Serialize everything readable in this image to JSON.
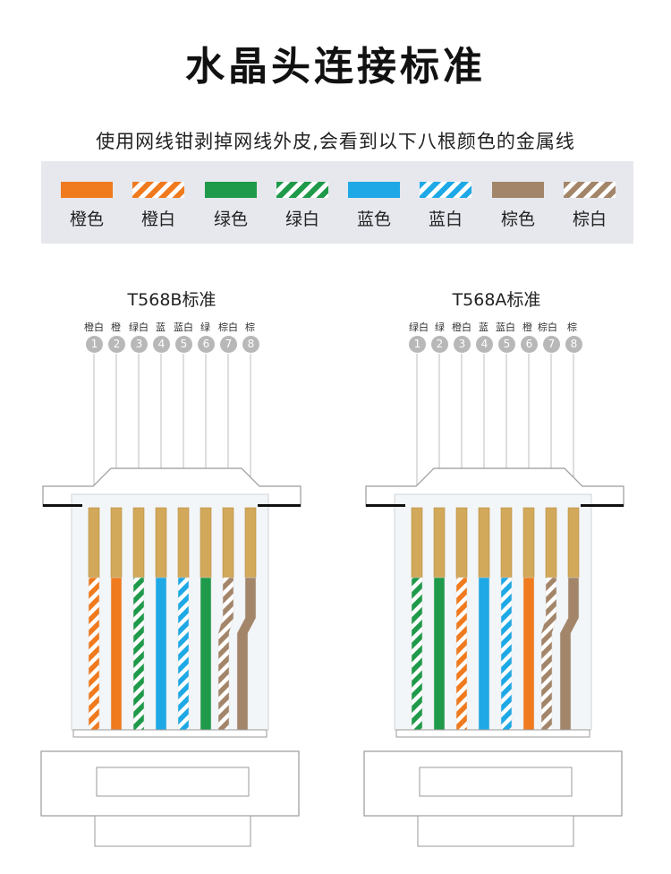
{
  "title": "水晶头连接标准",
  "subtitle": "使用网线钳剥掉网线外皮,会看到以下八根颜色的金属线",
  "colors": {
    "orange": "#f07a1e",
    "green": "#1f9a4a",
    "blue": "#1ea9e6",
    "brown": "#a3856a",
    "gold": "#d2a85a",
    "legend_bg": "#e6e8ee"
  },
  "legend": [
    {
      "label": "橙色",
      "color": "orange",
      "striped": false
    },
    {
      "label": "橙白",
      "color": "orange",
      "striped": true
    },
    {
      "label": "绿色",
      "color": "green",
      "striped": false
    },
    {
      "label": "绿白",
      "color": "green",
      "striped": true
    },
    {
      "label": "蓝色",
      "color": "blue",
      "striped": false
    },
    {
      "label": "蓝白",
      "color": "blue",
      "striped": true
    },
    {
      "label": "棕色",
      "color": "brown",
      "striped": false
    },
    {
      "label": "棕白",
      "color": "brown",
      "striped": true
    }
  ],
  "standards": [
    {
      "name": "T568B标准",
      "pins": [
        {
          "num": "1",
          "label": "橙白",
          "color": "orange",
          "striped": true
        },
        {
          "num": "2",
          "label": "橙",
          "color": "orange",
          "striped": false
        },
        {
          "num": "3",
          "label": "绿白",
          "color": "green",
          "striped": true
        },
        {
          "num": "4",
          "label": "蓝",
          "color": "blue",
          "striped": false
        },
        {
          "num": "5",
          "label": "蓝白",
          "color": "blue",
          "striped": true
        },
        {
          "num": "6",
          "label": "绿",
          "color": "green",
          "striped": false
        },
        {
          "num": "7",
          "label": "棕白",
          "color": "brown",
          "striped": true
        },
        {
          "num": "8",
          "label": "棕",
          "color": "brown",
          "striped": false
        }
      ]
    },
    {
      "name": "T568A标准",
      "pins": [
        {
          "num": "1",
          "label": "绿白",
          "color": "green",
          "striped": true
        },
        {
          "num": "2",
          "label": "绿",
          "color": "green",
          "striped": false
        },
        {
          "num": "3",
          "label": "橙白",
          "color": "orange",
          "striped": true
        },
        {
          "num": "4",
          "label": "蓝",
          "color": "blue",
          "striped": false
        },
        {
          "num": "5",
          "label": "蓝白",
          "color": "blue",
          "striped": true
        },
        {
          "num": "6",
          "label": "橙",
          "color": "orange",
          "striped": false
        },
        {
          "num": "7",
          "label": "棕白",
          "color": "brown",
          "striped": true
        },
        {
          "num": "8",
          "label": "棕",
          "color": "brown",
          "striped": false
        }
      ]
    }
  ]
}
